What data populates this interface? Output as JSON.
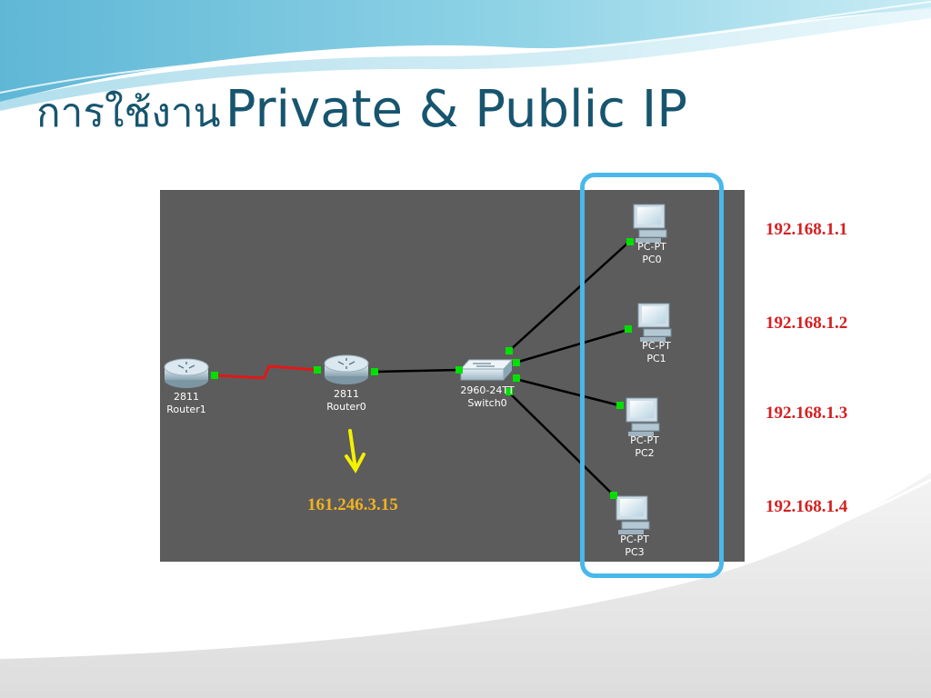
{
  "slide": {
    "title_thai": "การใช้งาน",
    "title_english": "Private & Public IP"
  },
  "devices": {
    "router1": {
      "model": "2811",
      "name": "Router1"
    },
    "router0": {
      "model": "2811",
      "name": "Router0"
    },
    "switch0": {
      "model": "2960-24TT",
      "name": "Switch0"
    },
    "pc0": {
      "model": "PC-PT",
      "name": "PC0"
    },
    "pc1": {
      "model": "PC-PT",
      "name": "PC1"
    },
    "pc2": {
      "model": "PC-PT",
      "name": "PC2"
    },
    "pc3": {
      "model": "PC-PT",
      "name": "PC3"
    }
  },
  "addresses": {
    "public_ip": "161.246.3.15",
    "pc0_ip": "192.168.1.1",
    "pc1_ip": "192.168.1.2",
    "pc2_ip": "192.168.1.3",
    "pc3_ip": "192.168.1.4"
  },
  "colors": {
    "title": "#17556f",
    "private_ip": "#d42020",
    "public_ip": "#f2b220",
    "arrow": "#f5f000",
    "lan_group_border": "#4ab8ea",
    "serial_link": "#e01818",
    "ethernet_link": "#000000",
    "link_status": "#00e000",
    "canvas_background": "#5c5c5c"
  }
}
